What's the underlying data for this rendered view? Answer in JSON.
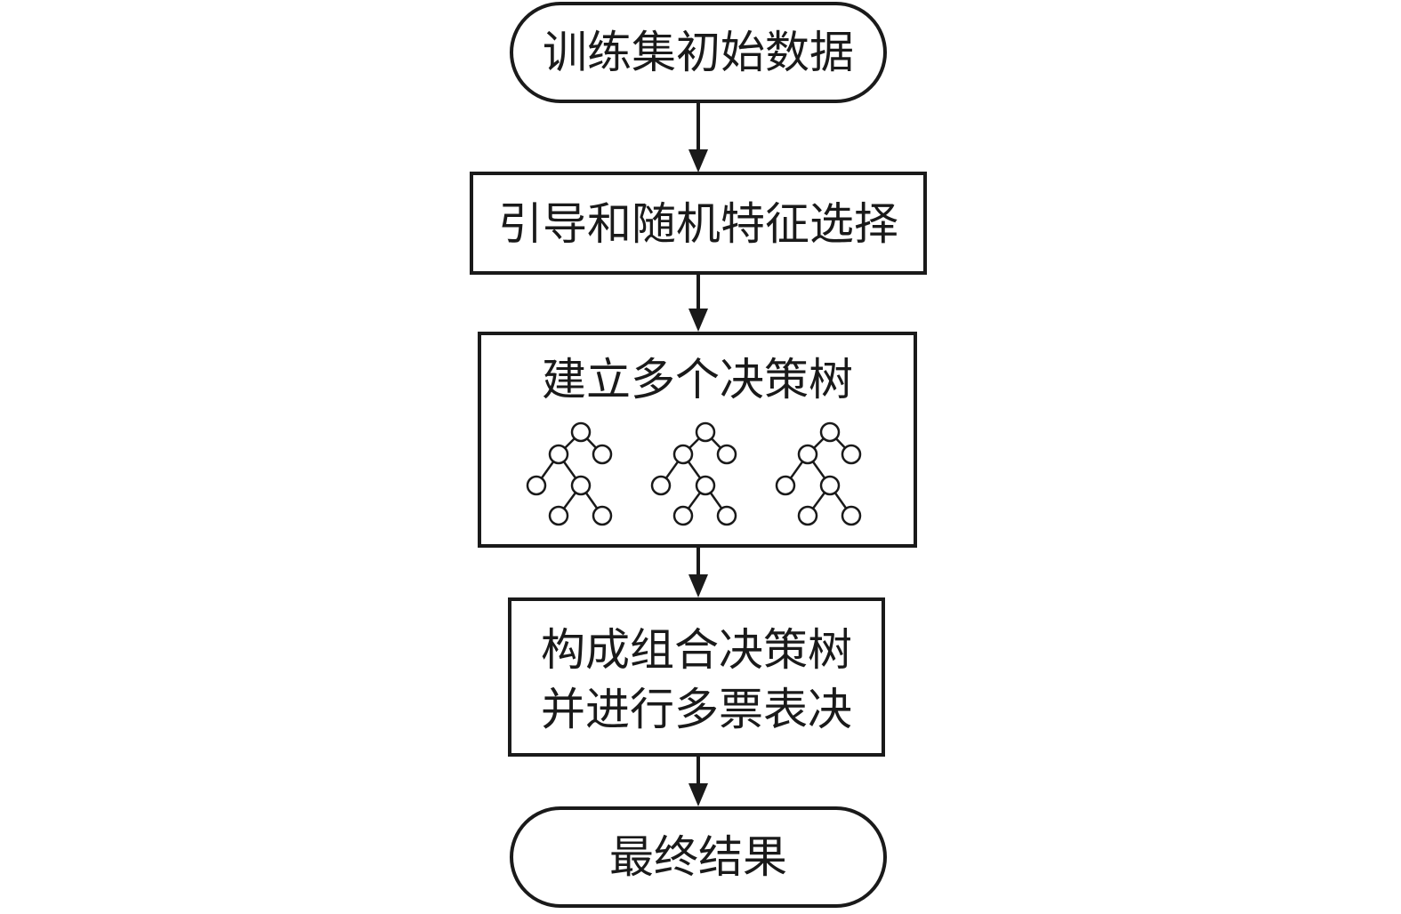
{
  "flow": {
    "start": "训练集初始数据",
    "step1": "引导和随机特征选择",
    "step2": "建立多个决策树",
    "step3_line1": "构成组合决策树",
    "step3_line2": "并进行多票表决",
    "end": "最终结果"
  },
  "trees": {
    "count": 3,
    "icon": "decision-tree-icon"
  },
  "colors": {
    "stroke": "#1a1a1a",
    "background": "#ffffff"
  }
}
